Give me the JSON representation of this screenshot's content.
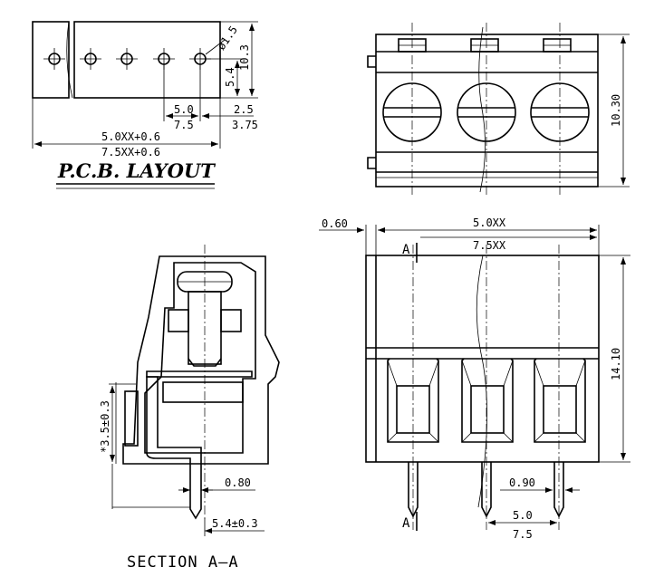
{
  "pcb": {
    "title": "P.C.B. LAYOUT",
    "hole_dia": "ø1.5",
    "dim_10_3": "10.3",
    "dim_5_4": "5.4",
    "pitch_5_0": "5.0",
    "pitch_7_5": "7.5",
    "edge_2_5": "2.5",
    "edge_3_75": "3.75",
    "total_5": "5.0XX+0.6",
    "total_7_5": "7.5XX+0.6"
  },
  "top_view": {
    "height": "10.30"
  },
  "section": {
    "title": "SECTION A—A",
    "height": "*3.5±0.3",
    "pin": "0.80",
    "offset": "5.4±0.3"
  },
  "front_view": {
    "side_gap": "0.60",
    "length_5": "5.0XX",
    "length_7_5": "7.5XX",
    "height": "14.10",
    "pin": "0.90",
    "pitch_5_0": "5.0",
    "pitch_7_5": "7.5",
    "section_marker_top": "A",
    "section_marker_bottom": "A"
  }
}
